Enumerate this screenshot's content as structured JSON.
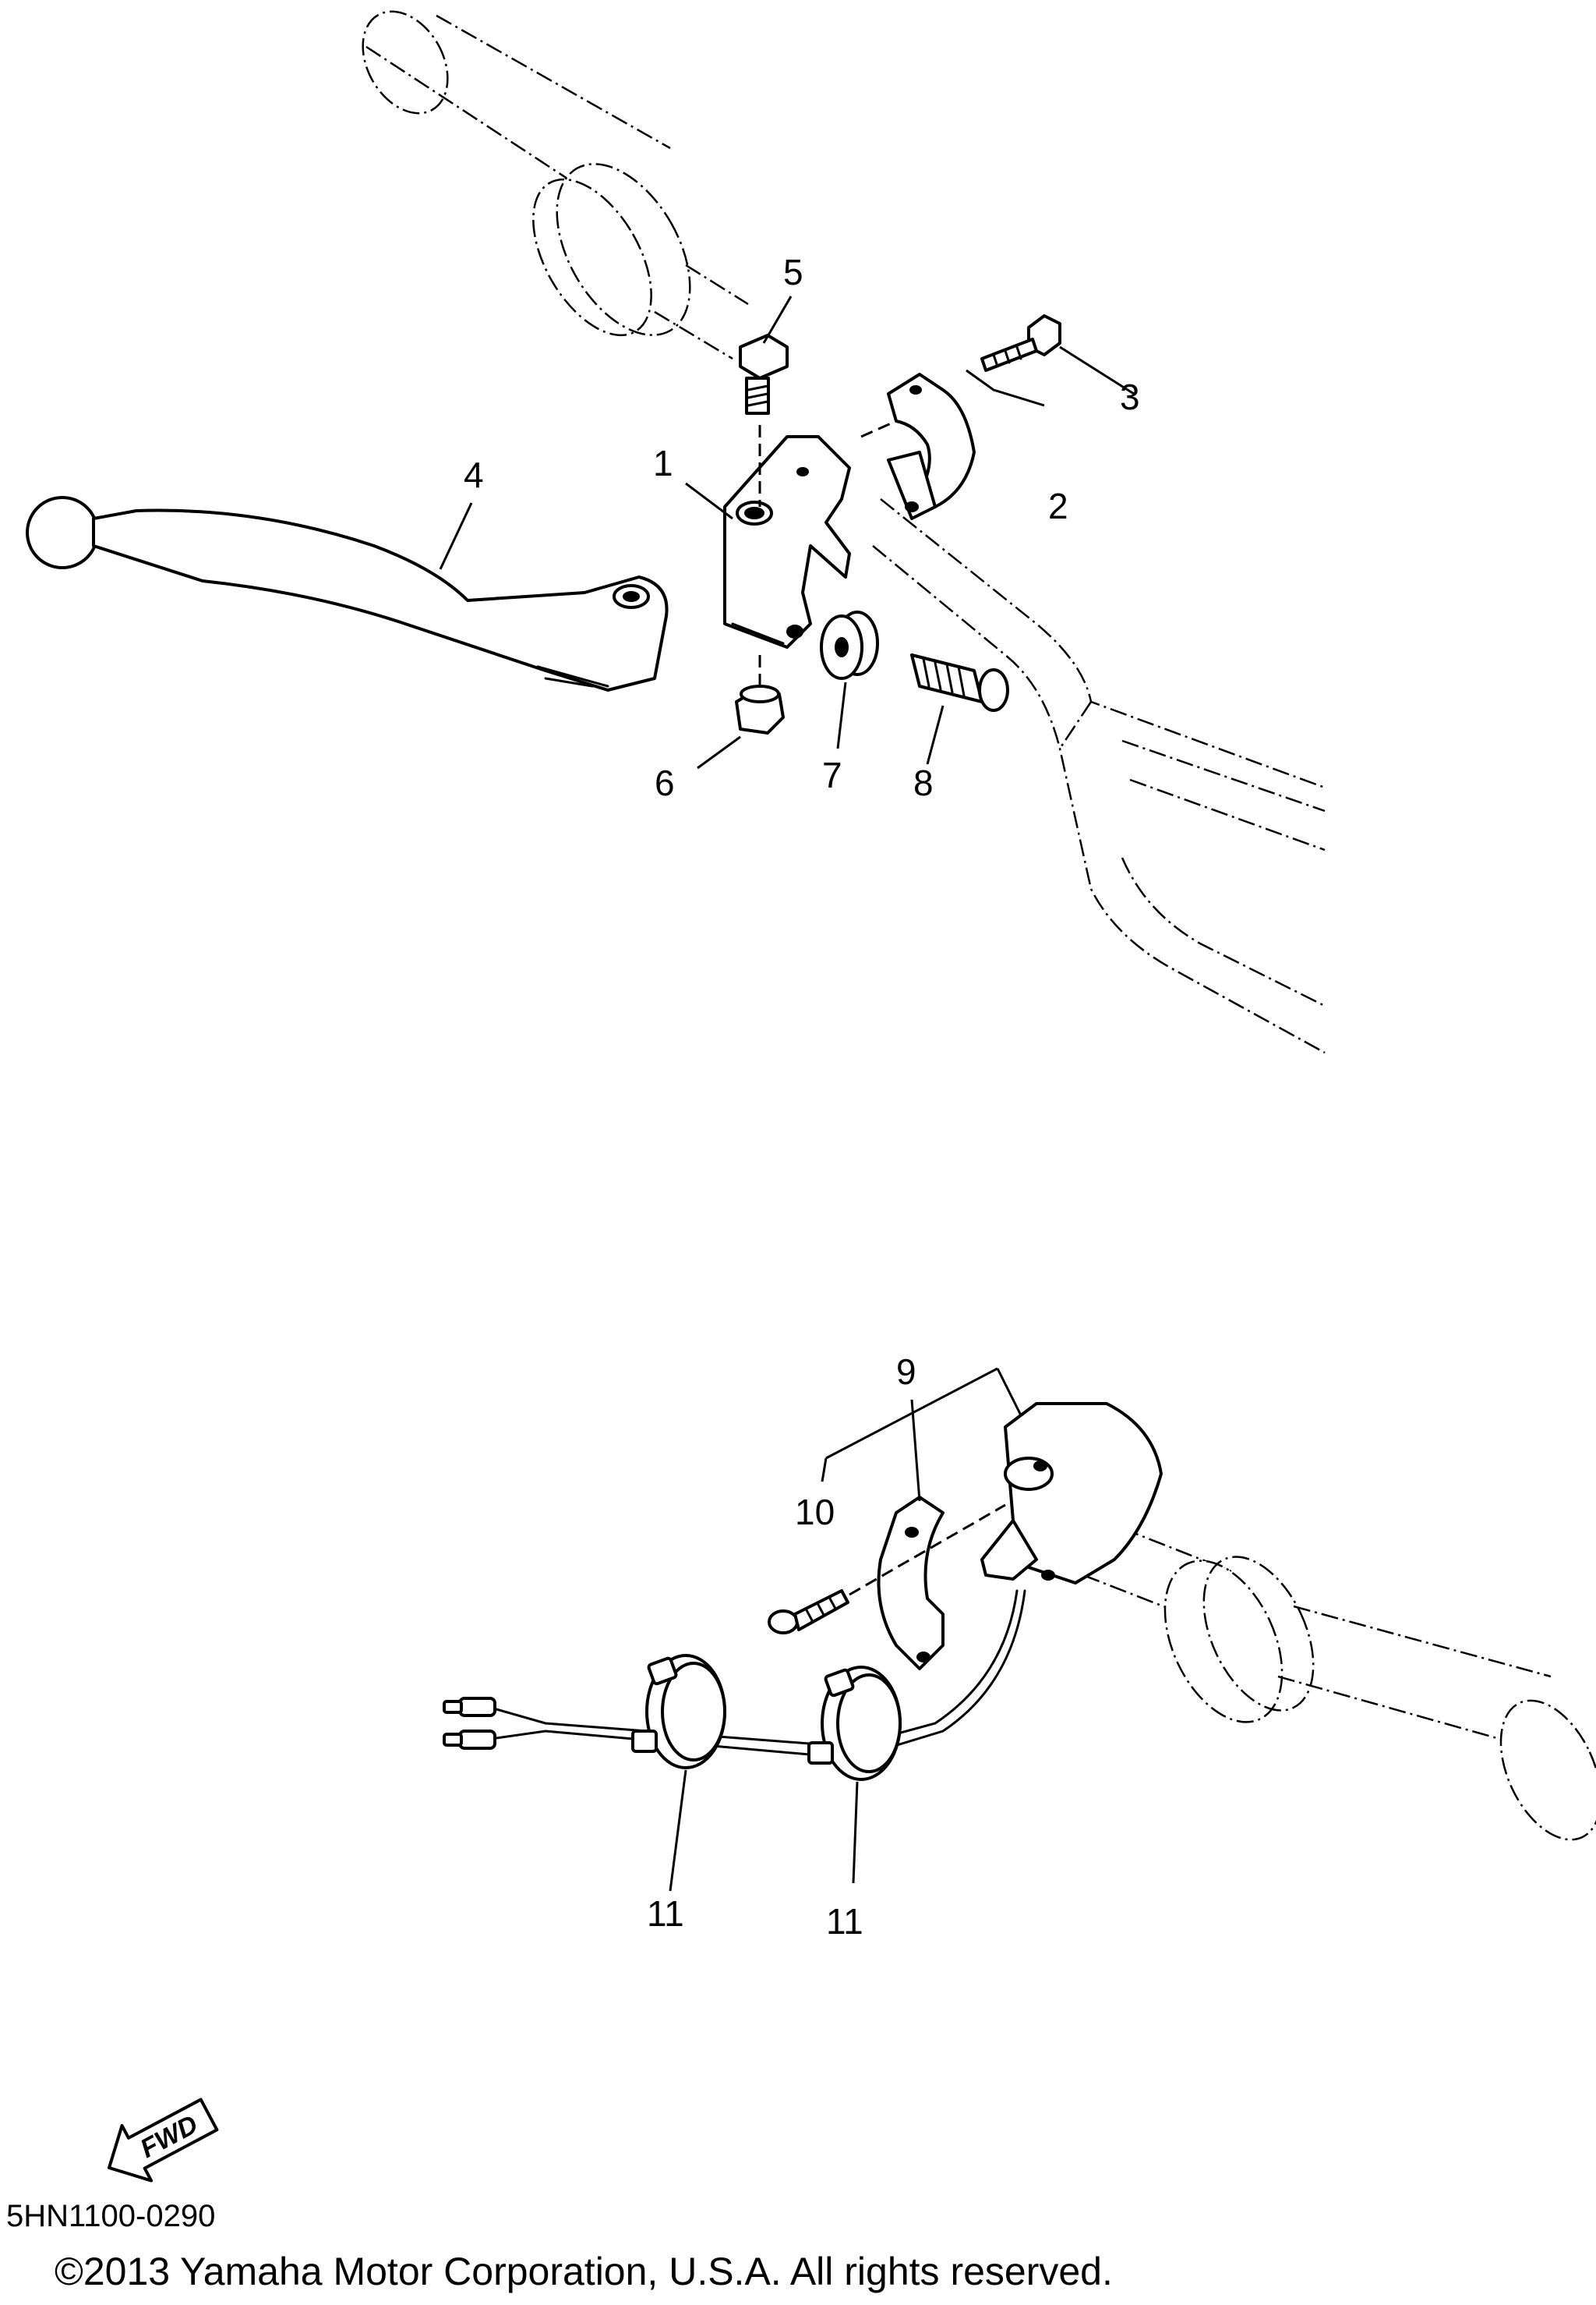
{
  "diagram": {
    "callouts": [
      {
        "id": "c1",
        "label": "1"
      },
      {
        "id": "c2",
        "label": "2"
      },
      {
        "id": "c3",
        "label": "3"
      },
      {
        "id": "c4",
        "label": "4"
      },
      {
        "id": "c5",
        "label": "5"
      },
      {
        "id": "c6",
        "label": "6"
      },
      {
        "id": "c7",
        "label": "7"
      },
      {
        "id": "c8",
        "label": "8"
      },
      {
        "id": "c9",
        "label": "9"
      },
      {
        "id": "c10",
        "label": "10"
      },
      {
        "id": "c11a",
        "label": "11"
      },
      {
        "id": "c11b",
        "label": "11"
      }
    ],
    "fwd_label": "FWD"
  },
  "footer": {
    "diagram_code": "5HN1100-0290",
    "copyright": "©2013 Yamaha Motor Corporation, U.S.A. All rights reserved."
  }
}
